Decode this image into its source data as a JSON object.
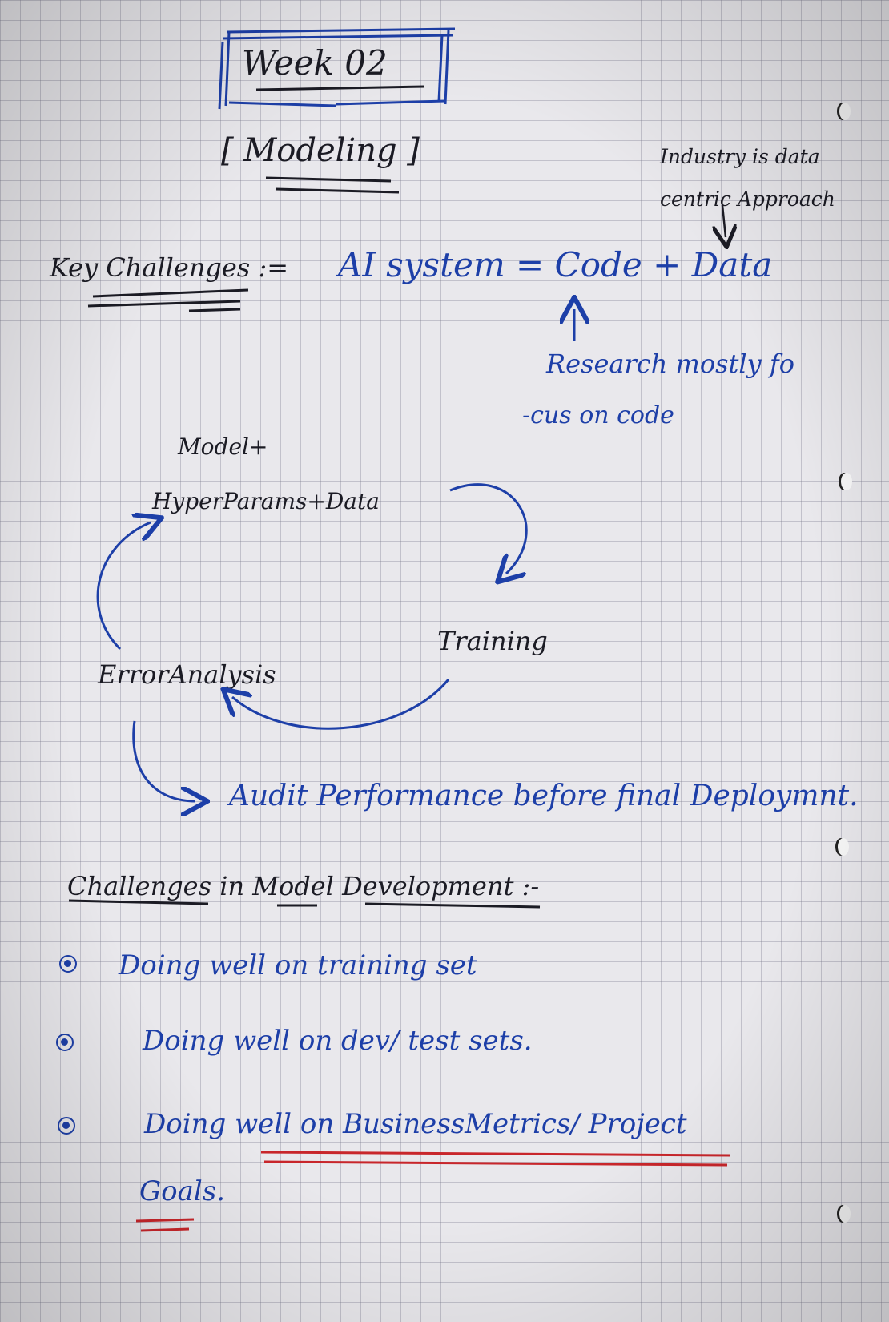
{
  "title": {
    "week": "Week 02",
    "topic": "[ Modeling ]"
  },
  "key_challenges": {
    "label": "Key Challenges :=",
    "equation": "AI system = Code + Data",
    "industry_note_line1": "Industry is data",
    "industry_note_line2": "centric Approach",
    "research_note_line1": "Research mostly fo",
    "research_note_line2": "-cus on code"
  },
  "cycle": {
    "model_line1": "Model+",
    "model_line2": "HyperParams+Data",
    "training": "Training",
    "error_analysis": "ErrorAnalysis",
    "audit": "Audit Performance before final Deploymnt."
  },
  "challenges_dev": {
    "heading": "Challenges in Model Development :-",
    "items": [
      "Doing well on training set",
      "Doing well on dev/ test sets.",
      "Doing well on BusinessMetrics/ Project"
    ],
    "item3_continuation": "Goals."
  },
  "colors": {
    "paper": "#e9e8ec",
    "black_ink": "#1b1b24",
    "blue_ink": "#1d3fa8",
    "red_ink": "#c8262b"
  }
}
